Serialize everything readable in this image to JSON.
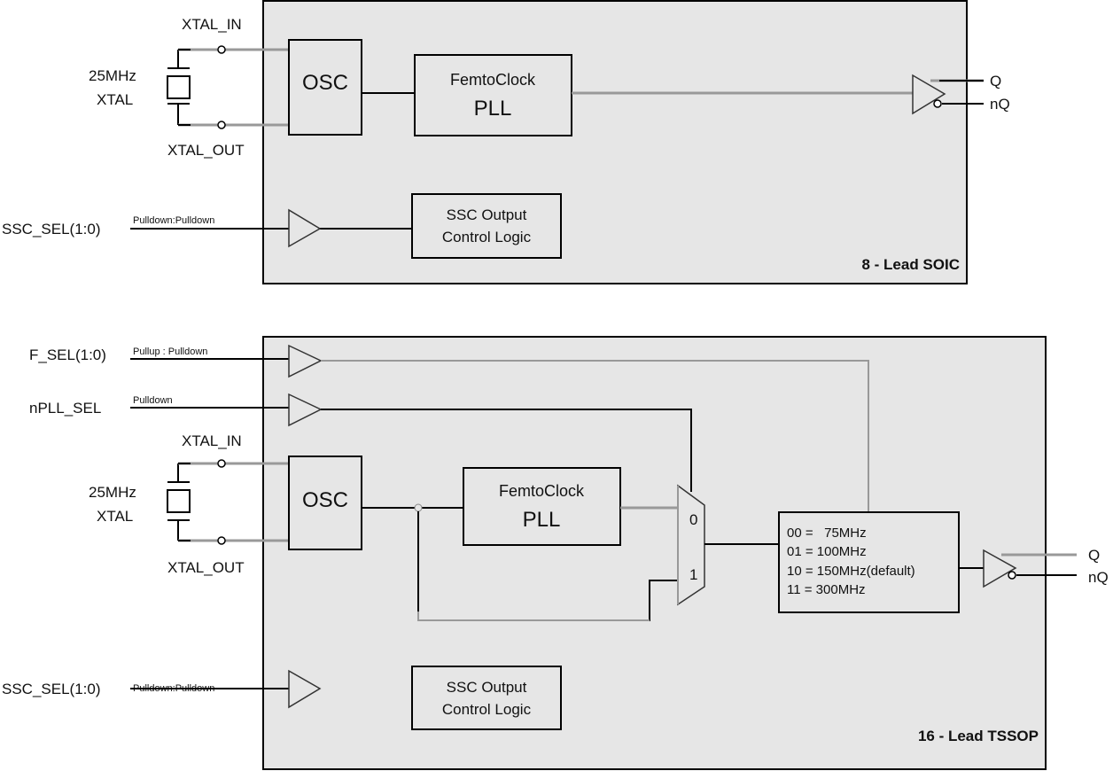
{
  "diagram": {
    "top": {
      "package_label": "8 - Lead SOIC",
      "xtal_in": "XTAL_IN",
      "xtal_out": "XTAL_OUT",
      "xtal_freq": "25MHz",
      "xtal_name": "XTAL",
      "osc": "OSC",
      "pll_line1": "FemtoClock",
      "pll_line2": "PLL",
      "ssc_sel": "SSC_SEL(1:0)",
      "ssc_pull": "Pulldown:Pulldown",
      "ssc_block_line1": "SSC Output",
      "ssc_block_line2": "Control Logic",
      "out_q": "Q",
      "out_nq": "nQ"
    },
    "bottom": {
      "package_label": "16 - Lead TSSOP",
      "f_sel": "F_SEL(1:0)",
      "f_sel_pull": "Pullup : Pulldown",
      "npll_sel": "nPLL_SEL",
      "npll_pull": "Pulldown",
      "xtal_in": "XTAL_IN",
      "xtal_out": "XTAL_OUT",
      "xtal_freq": "25MHz",
      "xtal_name": "XTAL",
      "osc": "OSC",
      "pll_line1": "FemtoClock",
      "pll_line2": "PLL",
      "mux_in0": "0",
      "mux_in1": "1",
      "freq_table": [
        "00 =   75MHz",
        "01 = 100MHz",
        "10 = 150MHz(default)",
        "11 = 300MHz"
      ],
      "ssc_sel": "SSC_SEL(1:0)",
      "ssc_pull": "Pulldown:Pulldown",
      "ssc_block_line1": "SSC Output",
      "ssc_block_line2": "Control Logic",
      "out_q": "Q",
      "out_nq": "nQ"
    }
  }
}
